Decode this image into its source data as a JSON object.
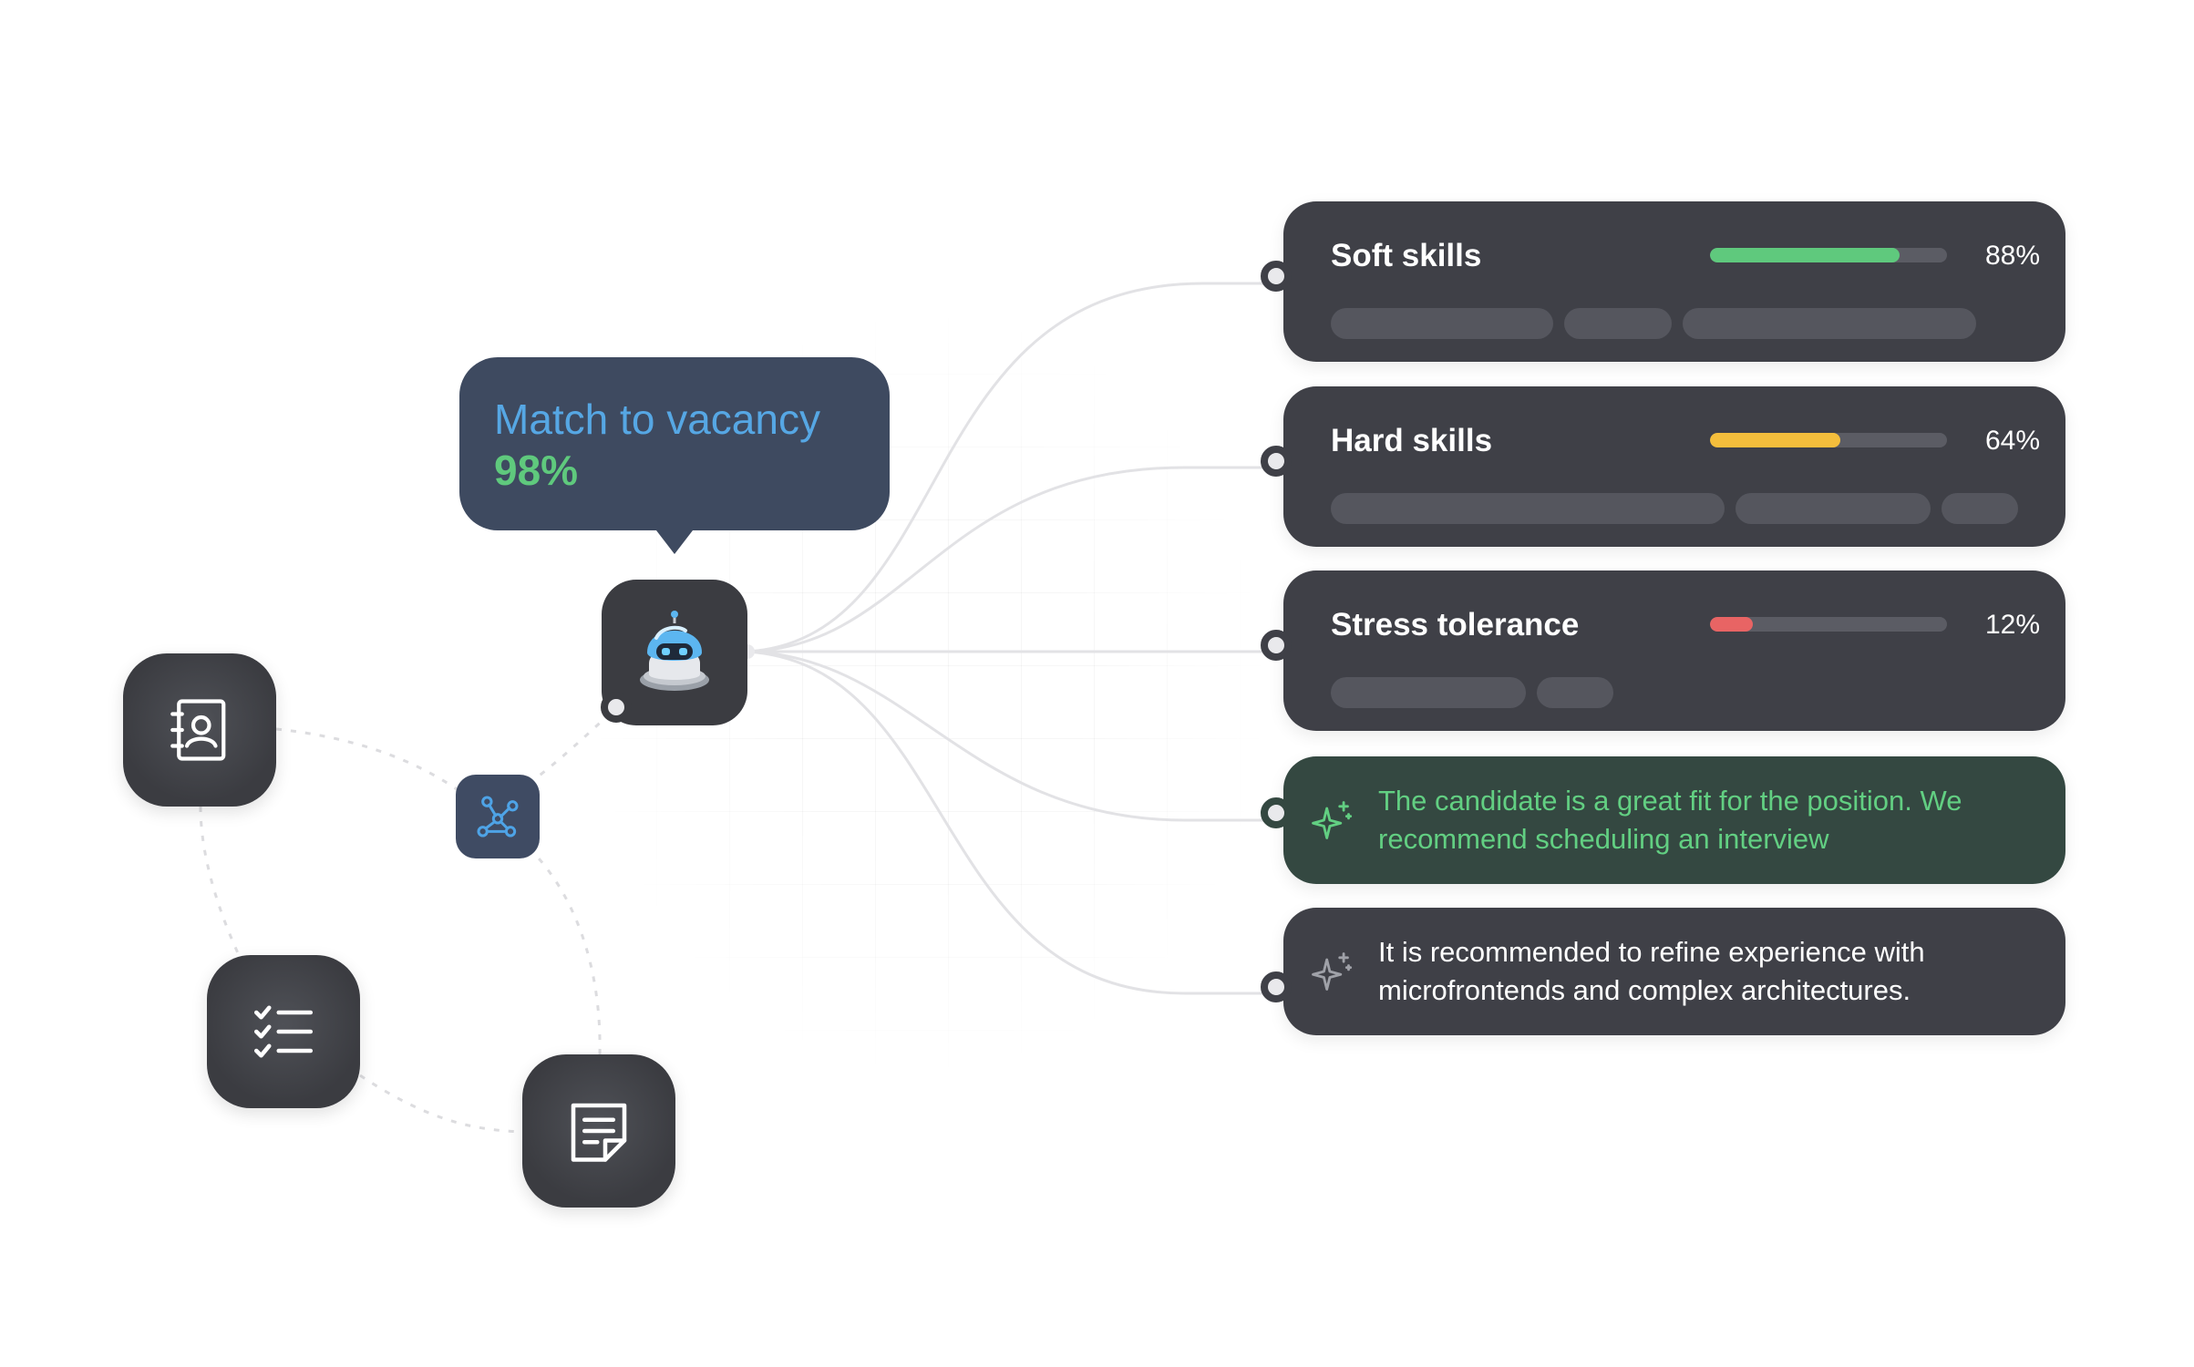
{
  "match": {
    "title": "Match to vacancy",
    "value": "98%",
    "title_color": "#56a7e4",
    "value_color": "#5fc97d"
  },
  "nodes": {
    "center_icon": "robot-icon",
    "hub_icon": "network-graph-icon",
    "sources": [
      {
        "icon": "contact-book-icon"
      },
      {
        "icon": "checklist-icon"
      },
      {
        "icon": "document-note-icon"
      }
    ]
  },
  "skills": [
    {
      "label": "Soft skills",
      "percent_label": "88%",
      "level": 0.8,
      "color": "#5fc97d"
    },
    {
      "label": "Hard skills",
      "percent_label": "64%",
      "level": 0.55,
      "color": "#f4be3c"
    },
    {
      "label": "Stress tolerance",
      "percent_label": "12%",
      "level": 0.18,
      "color": "#e86464"
    }
  ],
  "recommendations": [
    {
      "icon": "sparkle-icon",
      "text": "The candidate is a great fit for the position. We recommend scheduling an interview",
      "variant": "positive",
      "text_color": "#62cf82"
    },
    {
      "icon": "sparkle-icon",
      "text": "It is recommended to refine experience with microfrontends and complex architectures.",
      "variant": "neutral",
      "text_color": "#ffffff"
    }
  ]
}
